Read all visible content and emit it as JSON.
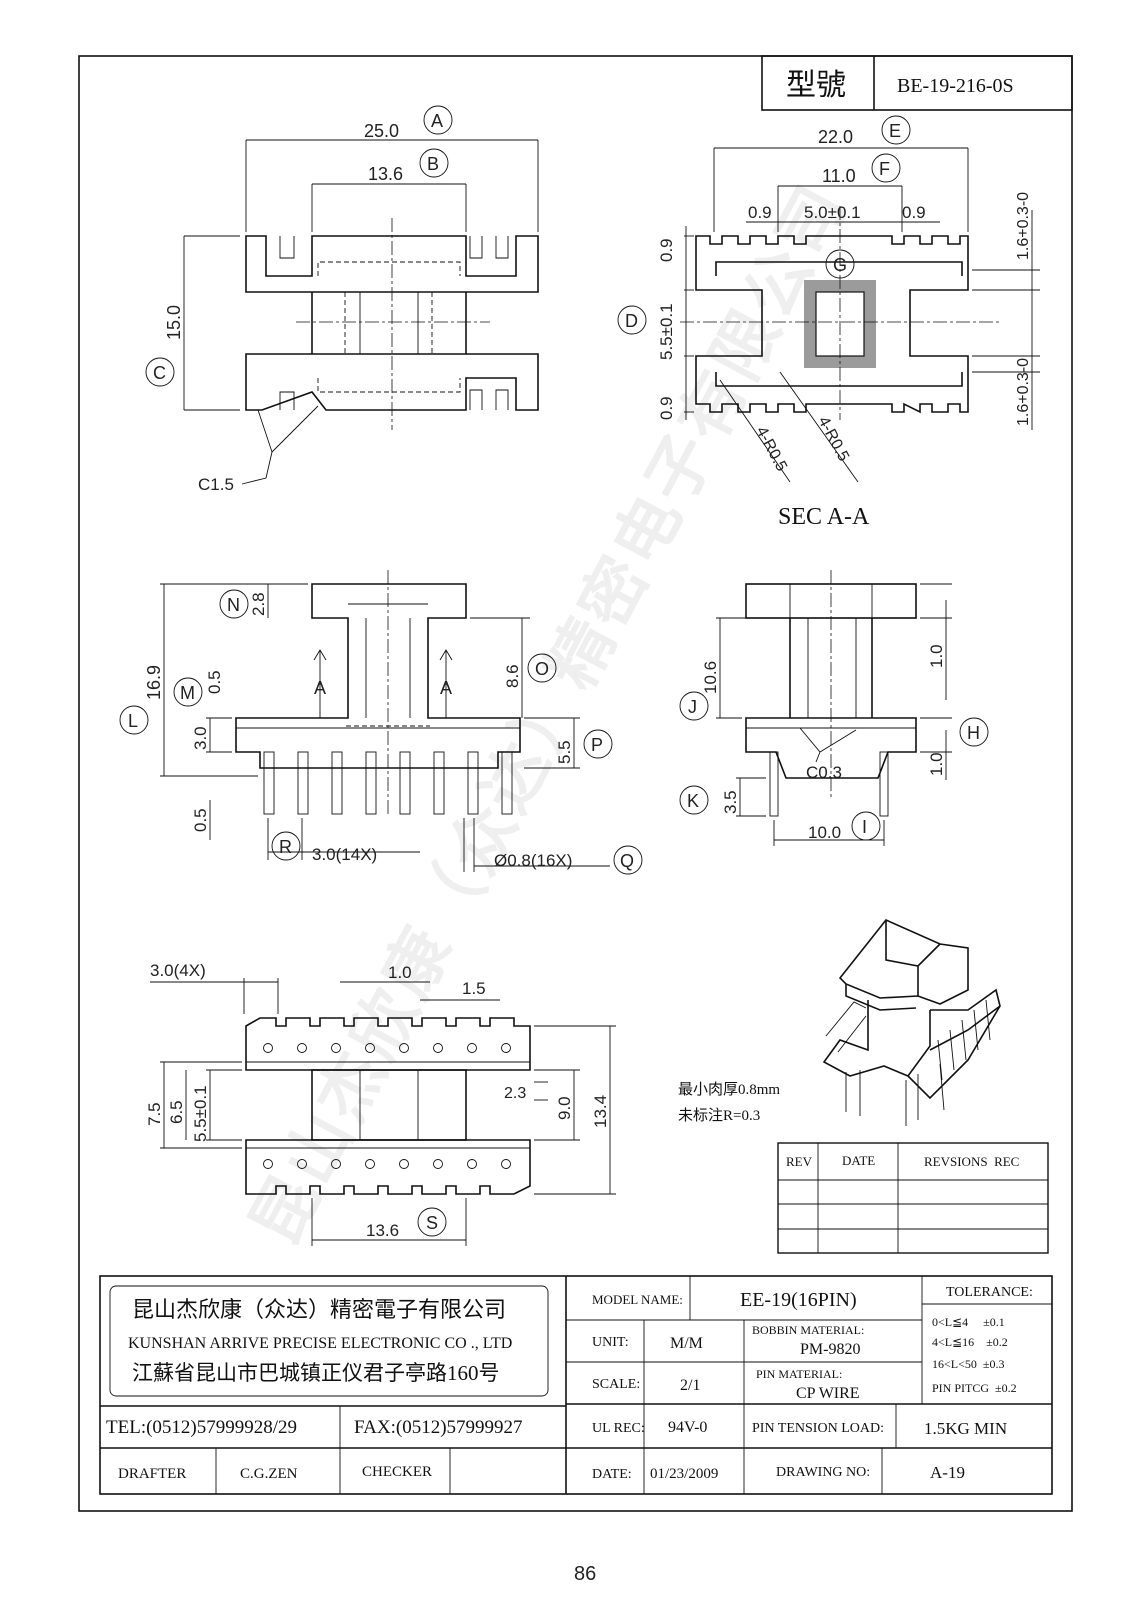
{
  "model_label": "型號",
  "model_no": "BE-19-216-0S",
  "page_number": "86",
  "watermark": "昆山杰欣康（众达）精密电子有限公司",
  "section_label": "SEC A-A",
  "notes": [
    "最小肉厚0.8mm",
    "未标注R=0.3"
  ],
  "dims": {
    "A_val": "25.0",
    "B_val": "13.6",
    "C_val": "15.0",
    "chamfer": "C1.5",
    "E_val": "22.0",
    "F_val": "11.0",
    "sec_left": "0.9",
    "sec_mid": "5.0±0.1",
    "sec_right": "0.9",
    "sec_top": "0.9",
    "sec_d": "5.5±0.1",
    "sec_bot": "0.9",
    "sec_tol_top": "1.6+0.3-0",
    "sec_tol_bot": "1.6+0.3-0",
    "radius1": "4-R0.5",
    "radius2": "4-R0.5",
    "front_n": "2.8",
    "front_m": "0.5",
    "front_l": "16.9",
    "front_3": "3.0",
    "front_o": "8.6",
    "front_p": "5.5",
    "front_pin": "0.5",
    "pitch": "3.0(14X)",
    "pin_dia": "Ø0.8(16X)",
    "side_j": "10.6",
    "side_top": "1.0",
    "side_bot": "1.0",
    "side_k": "3.5",
    "side_i": "10.0",
    "side_c": "C0.3",
    "bot_pitch": "3.0(4X)",
    "bot_w1": "1.0",
    "bot_w2": "1.5",
    "bot_75": "7.5",
    "bot_65": "6.5",
    "bot_55": "5.5±0.1",
    "bot_23": "2.3",
    "bot_90": "9.0",
    "bot_134": "13.4",
    "bot_s": "13.6"
  },
  "callouts": [
    "A",
    "B",
    "C",
    "D",
    "E",
    "F",
    "G",
    "H",
    "I",
    "J",
    "K",
    "L",
    "M",
    "N",
    "O",
    "P",
    "Q",
    "R",
    "S"
  ],
  "section_marks": [
    "A",
    "A"
  ],
  "revision": {
    "headers": [
      "REV",
      "DATE",
      "REVSIONS  REC"
    ],
    "rows": [
      [
        "",
        "",
        ""
      ],
      [
        "",
        "",
        ""
      ],
      [
        "",
        "",
        ""
      ]
    ]
  },
  "company": {
    "name_cn": "昆山杰欣康（众达）精密電子有限公司",
    "name_en": "KUNSHAN ARRIVE PRECISE ELECTRONIC CO ., LTD",
    "address": "江蘇省昆山市巴城镇正仪君子亭路160号",
    "tel": "TEL:(0512)57999928/29",
    "fax": "FAX:(0512)57999927",
    "drafter_label": "DRAFTER",
    "drafter": "C.G.ZEN",
    "checker_label": "CHECKER",
    "checker": ""
  },
  "title_block": {
    "model_name_label": "MODEL NAME:",
    "model_name": "EE-19(16PIN)",
    "unit_label": "UNIT:",
    "unit": "M/M",
    "bobbin_label": "BOBBIN MATERIAL:",
    "bobbin": "PM-9820",
    "scale_label": "SCALE:",
    "scale": "2/1",
    "pin_material_label": "PIN MATERIAL:",
    "pin_material": "CP WIRE",
    "ul_label": "UL REC:",
    "ul": "94V-0",
    "tension_label": "PIN TENSION LOAD:",
    "tension": "1.5KG MIN",
    "date_label": "DATE:",
    "date": "01/23/2009",
    "drawing_label": "DRAWING NO:",
    "drawing_no": "A-19",
    "tolerance_label": "TOLERANCE:",
    "tolerances": [
      "0<L≦4     ±0.1",
      "4<L≦16    ±0.2",
      "16<L<50  ±0.3",
      "PIN PITCG  ±0.2"
    ]
  }
}
